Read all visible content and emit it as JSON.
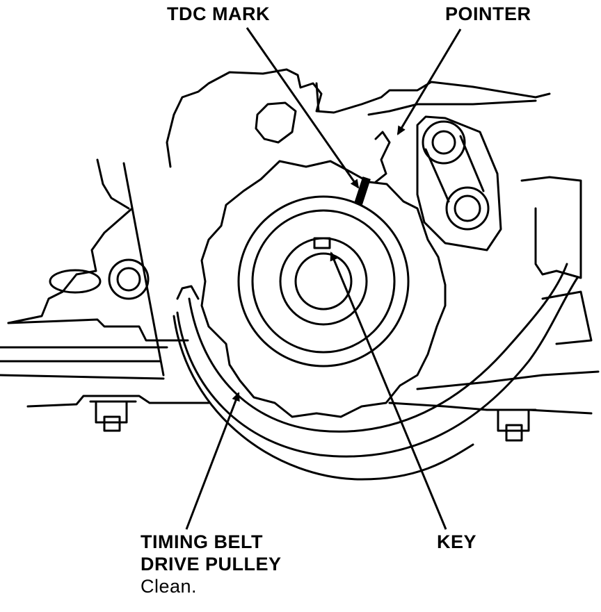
{
  "labels": {
    "tdc_mark": "TDC MARK",
    "pointer": "POINTER",
    "timing_belt_line1": "TIMING BELT",
    "timing_belt_line2": "DRIVE PULLEY",
    "timing_belt_note": "Clean.",
    "key": "KEY"
  },
  "colors": {
    "ink": "#000000",
    "paper": "#ffffff"
  }
}
